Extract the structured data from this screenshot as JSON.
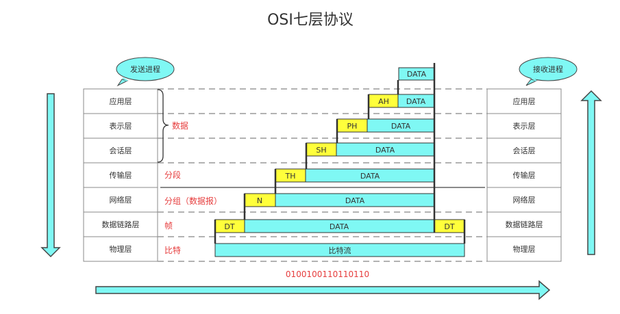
{
  "title": "OSI七层协议",
  "send_bubble": "发送进程",
  "recv_bubble": "接收进程",
  "layers": [
    "应用层",
    "表示层",
    "会话层",
    "传输层",
    "网络层",
    "数据链路层",
    "物理层"
  ],
  "units": {
    "data": "数据",
    "segment": "分段",
    "packet": "分组（数据报）",
    "frame": "帧",
    "bit": "比特"
  },
  "headers": {
    "ah": "AH",
    "ph": "PH",
    "sh": "SH",
    "th": "TH",
    "n": "N",
    "dt_left": "DT",
    "dt_right": "DT"
  },
  "data_label": "DATA",
  "bitstream_label": "比特流",
  "bits": "0100100110110110",
  "colors": {
    "cyan": "#7ff8f4",
    "yellow": "#ffff3b",
    "red": "#e63c3c",
    "border": "#888888",
    "dark": "#222222"
  }
}
